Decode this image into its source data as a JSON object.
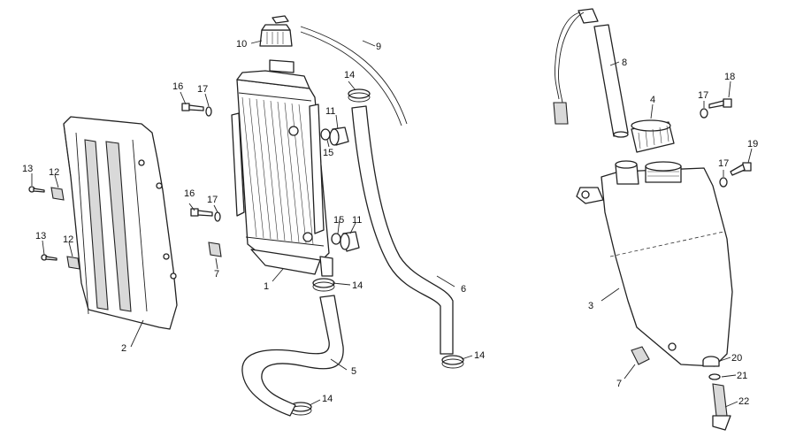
{
  "callouts": {
    "c1": "1",
    "c2": "2",
    "c3": "3",
    "c4": "4",
    "c5": "5",
    "c6": "6",
    "c7a": "7",
    "c7b": "7",
    "c8": "8",
    "c9": "9",
    "c10": "10",
    "c11a": "11",
    "c11b": "11",
    "c12a": "12",
    "c12b": "12",
    "c13a": "13",
    "c13b": "13",
    "c14a": "14",
    "c14b": "14",
    "c14c": "14",
    "c14d": "14",
    "c15a": "15",
    "c15b": "15",
    "c16a": "16",
    "c16b": "16",
    "c17a": "17",
    "c17b": "17",
    "c17c": "17",
    "c17d": "17",
    "c18": "18",
    "c19": "19",
    "c20": "20",
    "c21": "21",
    "c22": "22"
  }
}
